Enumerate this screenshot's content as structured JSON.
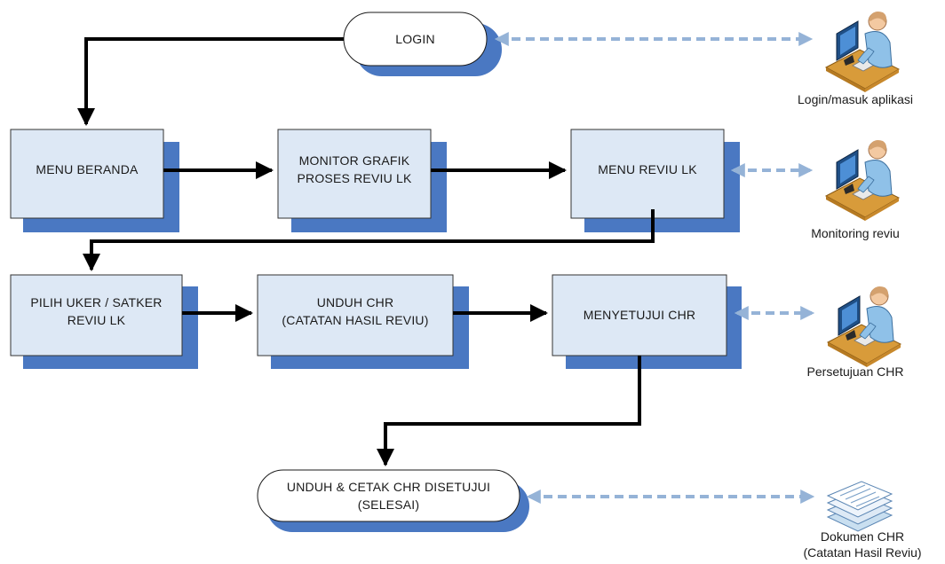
{
  "nodes": {
    "login": "LOGIN",
    "menu_beranda": "MENU BERANDA",
    "monitor_grafik": "MONITOR GRAFIK\nPROSES REVIU LK",
    "menu_reviu": "MENU REVIU LK",
    "pilih_uker": "PILIH UKER / SATKER\nREVIU LK",
    "unduh_chr": "UNDUH CHR\n(CATATAN HASIL REVIU)",
    "menyetujui": "MENYETUJUI CHR",
    "unduh_cetak": "UNDUH & CETAK CHR DISETUJUI\n(SELESAI)"
  },
  "actors": {
    "login": "Login/masuk aplikasi",
    "monitoring": "Monitoring reviu",
    "persetujuan": "Persetujuan CHR",
    "dokumen": "Dokumen CHR\n(Catatan Hasil Reviu)"
  },
  "icons": {
    "user": "user-at-computer-icon",
    "document": "document-stack-icon"
  },
  "colors": {
    "box_fill": "#dde8f5",
    "box_shadow": "#4a78c2",
    "arrow": "#000000",
    "dashed_arrow": "#95b3d7"
  }
}
